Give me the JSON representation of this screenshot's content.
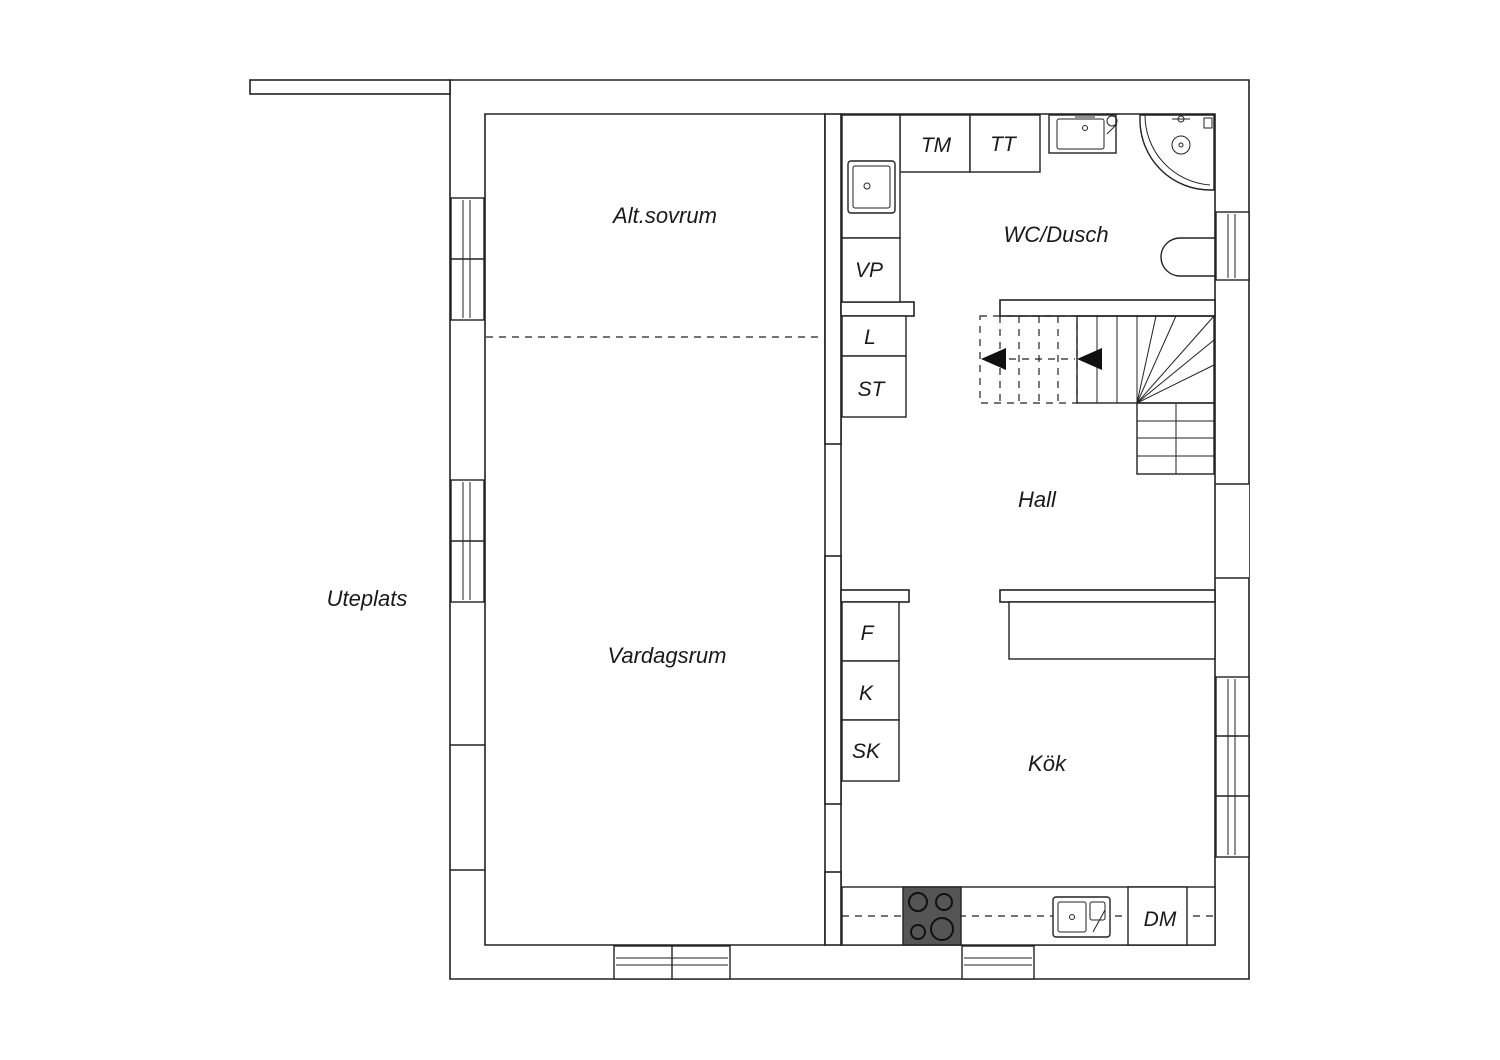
{
  "rooms": {
    "alt_sovrum": "Alt.sovrum",
    "wc_dusch": "WC/Dusch",
    "hall": "Hall",
    "vardagsrum": "Vardagsrum",
    "kok": "Kök",
    "uteplats": "Uteplats"
  },
  "fixtures": {
    "tm": "TM",
    "tt": "TT",
    "vp": "VP",
    "l": "L",
    "st": "ST",
    "f": "F",
    "k": "K",
    "sk": "SK",
    "dm": "DM"
  },
  "colors": {
    "line": "#222222",
    "background": "#ffffff",
    "stove": "#555555"
  }
}
